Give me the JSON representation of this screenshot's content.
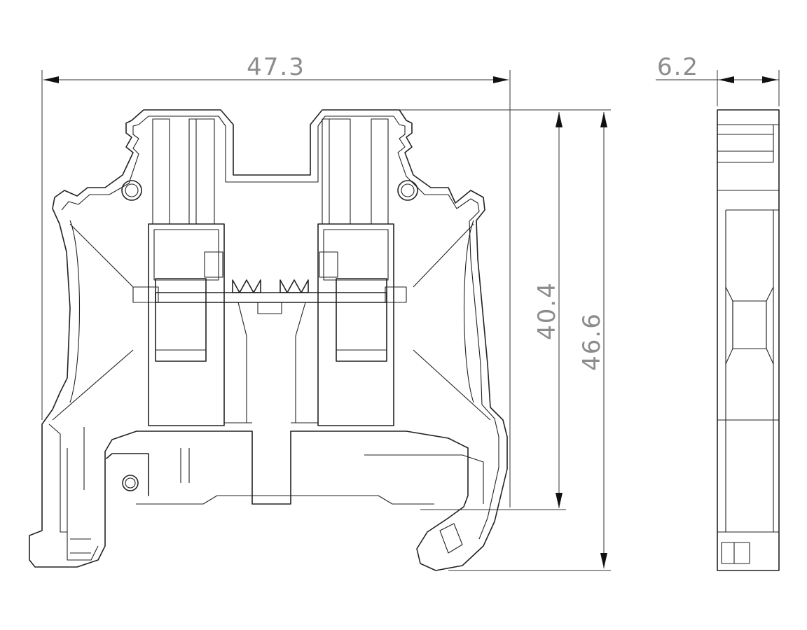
{
  "diagram": {
    "dimensions": {
      "width": "47.3",
      "height_inner": "40.4",
      "height_total": "46.6",
      "thickness": "6.2"
    }
  }
}
